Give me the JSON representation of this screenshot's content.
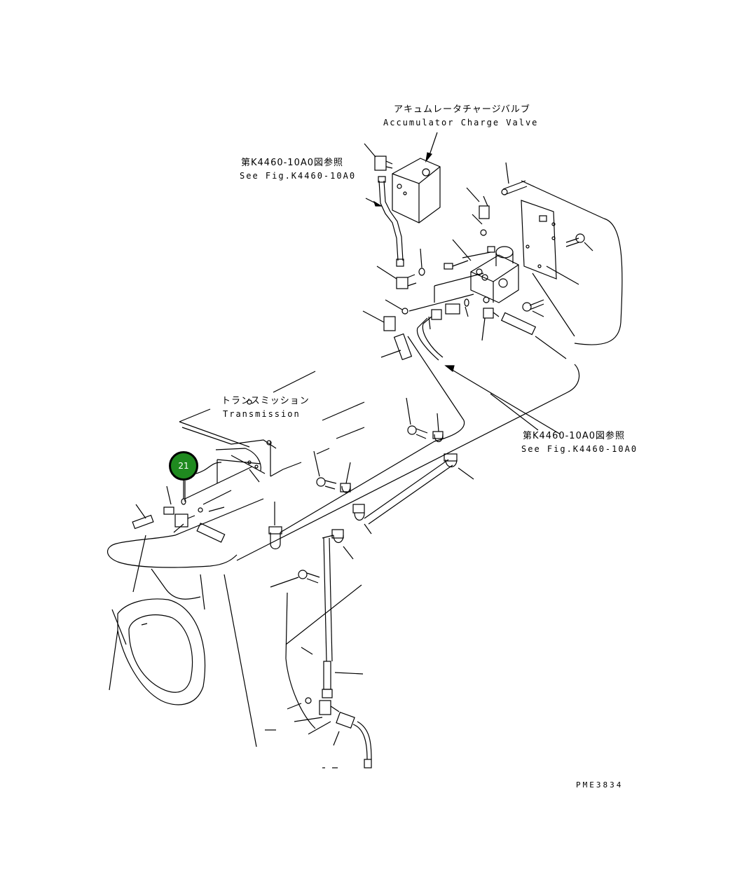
{
  "labels": {
    "accumulator_jp": "アキュムレータチャージバルブ",
    "accumulator_en": "Accumulator Charge Valve",
    "see_ref_top_jp": "第K4460-10A0図参照",
    "see_ref_top_en": "See Fig.K4460-10A0",
    "transmission_jp": "トランスミッション",
    "transmission_en": "Transmission",
    "see_ref_right_jp": "第K4460-10A0図参照",
    "see_ref_right_en": "See Fig.K4460-10A0",
    "drawing_code": "PME3834"
  },
  "callouts": [
    {
      "number": "21",
      "color": "#1f8a1f"
    }
  ]
}
